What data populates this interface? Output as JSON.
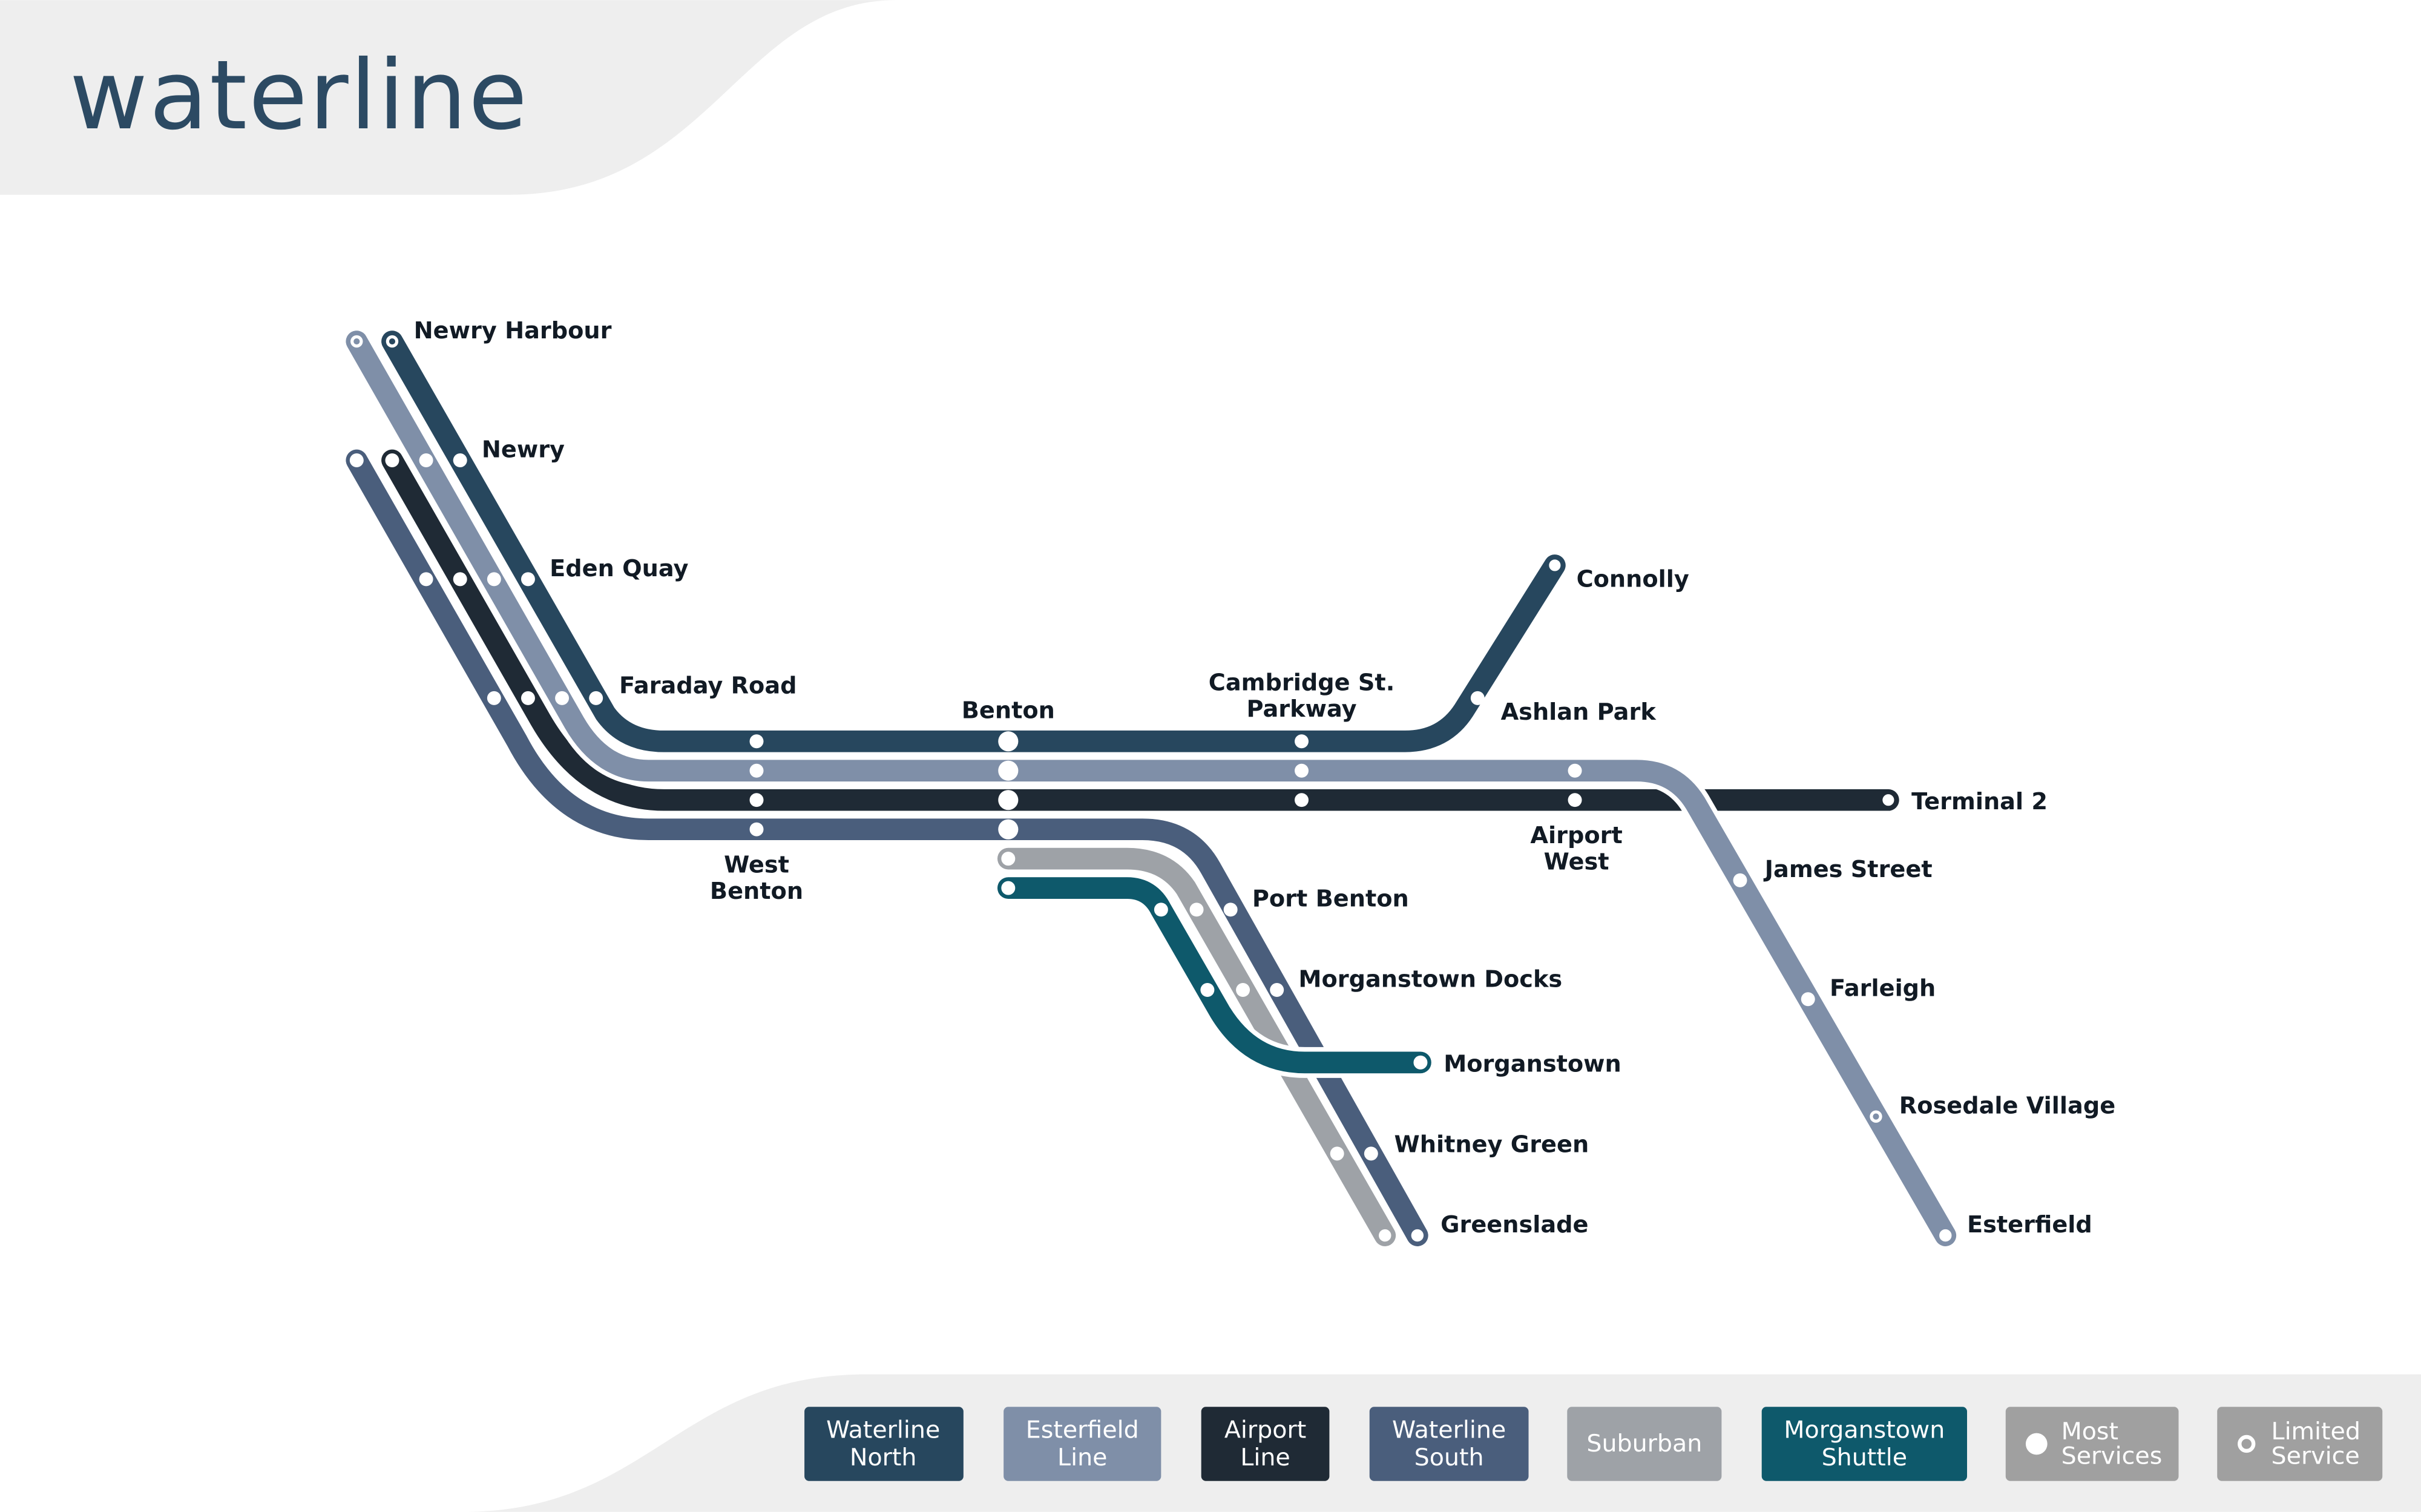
{
  "title": "waterline",
  "colors": {
    "waterline_north": "#27475e",
    "esterfield_line": "#7f8fa8",
    "airport_line": "#1f2a35",
    "waterline_south": "#4a5e7c",
    "suburban": "#9ea2a7",
    "morganstown_shuttle": "#0e596b",
    "key": "#a0a0a0"
  },
  "stations": {
    "newry_harbour": "Newry Harbour",
    "newry": "Newry",
    "eden_quay": "Eden Quay",
    "faraday_road": "Faraday Road",
    "benton": "Benton",
    "cambridge_1": "Cambridge St.",
    "cambridge_2": "Parkway",
    "connolly": "Connolly",
    "ashlan_park": "Ashlan Park",
    "terminal_2": "Terminal 2",
    "airport_west_1": "Airport",
    "airport_west_2": "West",
    "west_benton_1": "West",
    "west_benton_2": "Benton",
    "james_street": "James Street",
    "farleigh": "Farleigh",
    "rosedale_village": "Rosedale Village",
    "esterfield": "Esterfield",
    "port_benton": "Port Benton",
    "morganstown_docks": "Morganstown Docks",
    "morganstown": "Morganstown",
    "whitney_green": "Whitney Green",
    "greenslade": "Greenslade"
  },
  "legend": [
    {
      "line1": "Waterline",
      "line2": "North"
    },
    {
      "line1": "Esterfield",
      "line2": "Line"
    },
    {
      "line1": "Airport",
      "line2": "Line"
    },
    {
      "line1": "Waterline",
      "line2": "South"
    },
    {
      "line1": "Suburban"
    },
    {
      "line1": "Morganstown",
      "line2": "Shuttle"
    },
    {
      "line1": "Most",
      "line2": "Services",
      "icon": "filled-circle"
    },
    {
      "line1": "Limited",
      "line2": "Service",
      "icon": "hollow-circle"
    }
  ]
}
